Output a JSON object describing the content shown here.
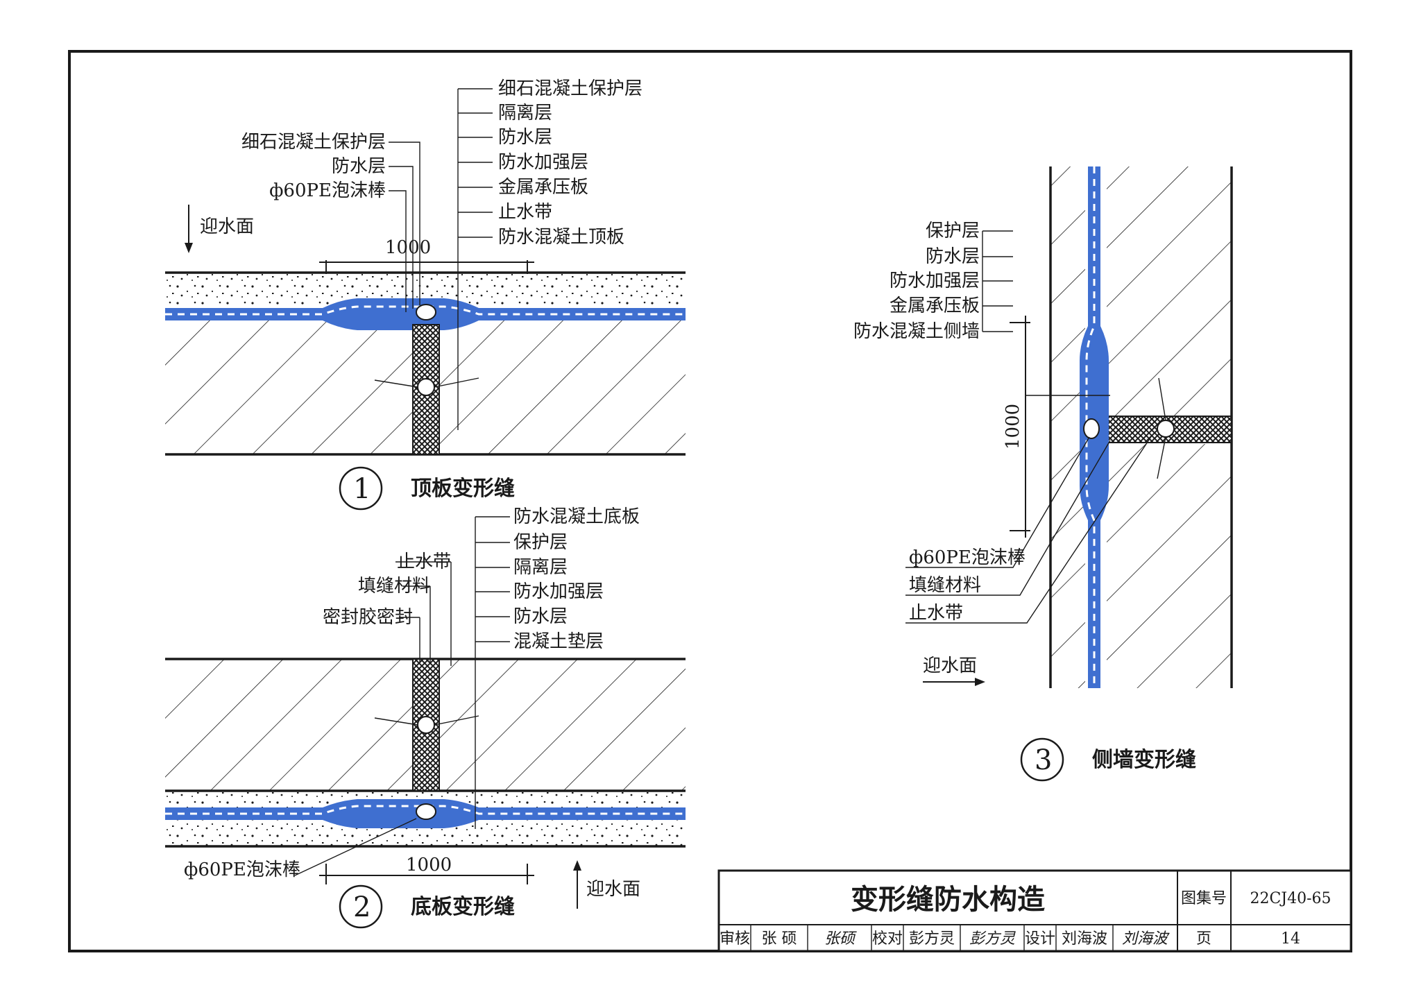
{
  "detail1": {
    "number": "1",
    "title": "顶板变形缝",
    "left_labels": [
      "细石混凝土保护层",
      "防水层",
      "ф60PE泡沫棒"
    ],
    "right_labels": [
      "细石混凝土保护层",
      "隔离层",
      "防水层",
      "防水加强层",
      "金属承压板",
      "止水带",
      "防水混凝土顶板"
    ],
    "direction_label": "迎水面",
    "dimension": "1000"
  },
  "detail2": {
    "number": "2",
    "title": "底板变形缝",
    "left_labels": [
      "止水带",
      "填缝材料",
      "密封胶密封"
    ],
    "right_labels": [
      "防水混凝土底板",
      "保护层",
      "隔离层",
      "防水加强层",
      "防水层",
      "混凝土垫层"
    ],
    "foam_label": "ф60PE泡沫棒",
    "direction_label": "迎水面",
    "dimension": "1000"
  },
  "detail3": {
    "number": "3",
    "title": "侧墙变形缝",
    "upper_labels": [
      "保护层",
      "防水层",
      "防水加强层",
      "金属承压板",
      "防水混凝土侧墙"
    ],
    "lower_labels": [
      "ф60PE泡沫棒",
      "填缝材料",
      "止水带"
    ],
    "direction_label": "迎水面",
    "dimension": "1000"
  },
  "title_block": {
    "title": "变形缝防水构造",
    "atlas_label": "图集号",
    "atlas_no": "22CJ40-65",
    "review_label": "审核",
    "reviewer": "张 硕",
    "reviewer_sig": "张硕",
    "check_label": "校对",
    "checker": "彭方灵",
    "checker_sig": "彭方灵",
    "design_label": "设计",
    "designer": "刘海波",
    "designer_sig": "刘海波",
    "page_label": "页",
    "page_no": "14"
  },
  "colors": {
    "membrane": "#3f6fd0",
    "ink": "#1a1a1a"
  }
}
